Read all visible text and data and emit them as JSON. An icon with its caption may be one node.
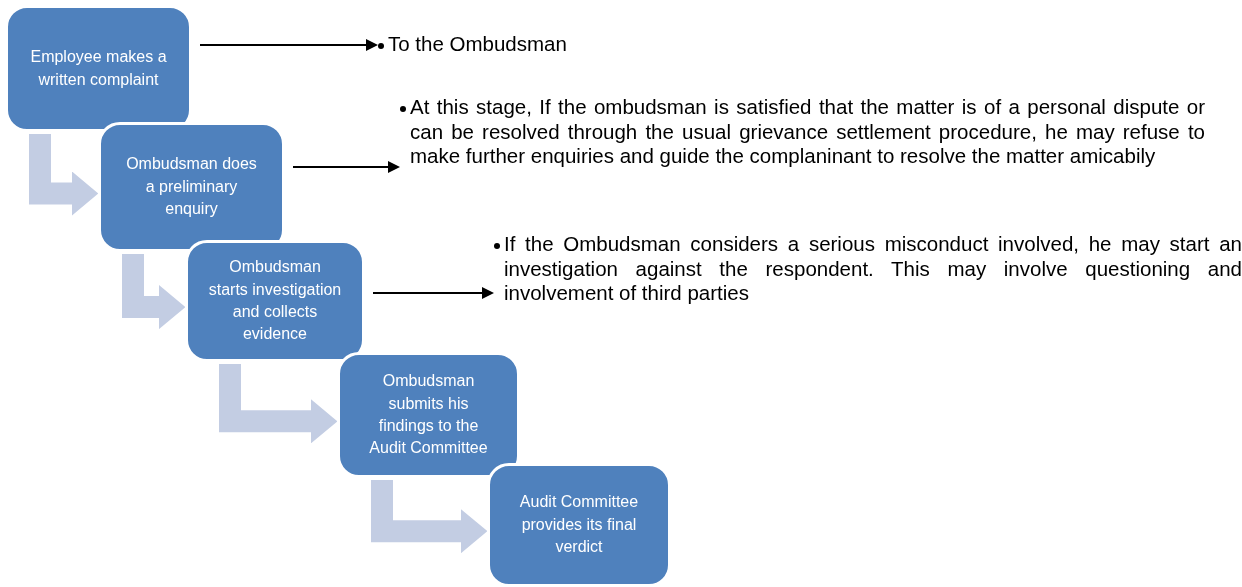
{
  "diagram": {
    "nodes": [
      {
        "text": [
          "Employee makes a written complaint"
        ]
      },
      {
        "text": [
          "Ombudsman does a preliminary enquiry"
        ]
      },
      {
        "text": [
          "Ombudsman starts investigation and collects evidence"
        ]
      },
      {
        "text": [
          "Ombudsman submits his findings to the Audit Committee"
        ]
      },
      {
        "text": [
          "Audit Committee provides its final verdict"
        ]
      },
      {
        "text": [
          "To the Ombudsman"
        ]
      },
      {
        "text": [
          "At this stage, If the ombudsman is satisfied that the matter is of a personal dispute or can be resolved through the usual grievance settlement procedure, he may refuse to make further enquiries and guide the complaninant to resolve the matter amicabily"
        ]
      },
      {
        "text": [
          "If the Ombudsman considers a serious misconduct involved, he may start an investigation against the respondent. This may involve questioning and involvement of third parties"
        ]
      }
    ],
    "edges": [
      {
        "from": 0,
        "to": 1,
        "arrow": "to"
      },
      {
        "from": 1,
        "to": 2,
        "arrow": "to"
      },
      {
        "from": 2,
        "to": 3,
        "arrow": "to"
      },
      {
        "from": 3,
        "to": 4,
        "arrow": "to"
      },
      {
        "from": 0,
        "to": 5,
        "arrow": "to",
        "color": "#000000"
      },
      {
        "from": 1,
        "to": 6,
        "arrow": "to",
        "color": "#000000"
      },
      {
        "from": 2,
        "to": 7,
        "arrow": "to",
        "color": "#000000"
      }
    ]
  }
}
